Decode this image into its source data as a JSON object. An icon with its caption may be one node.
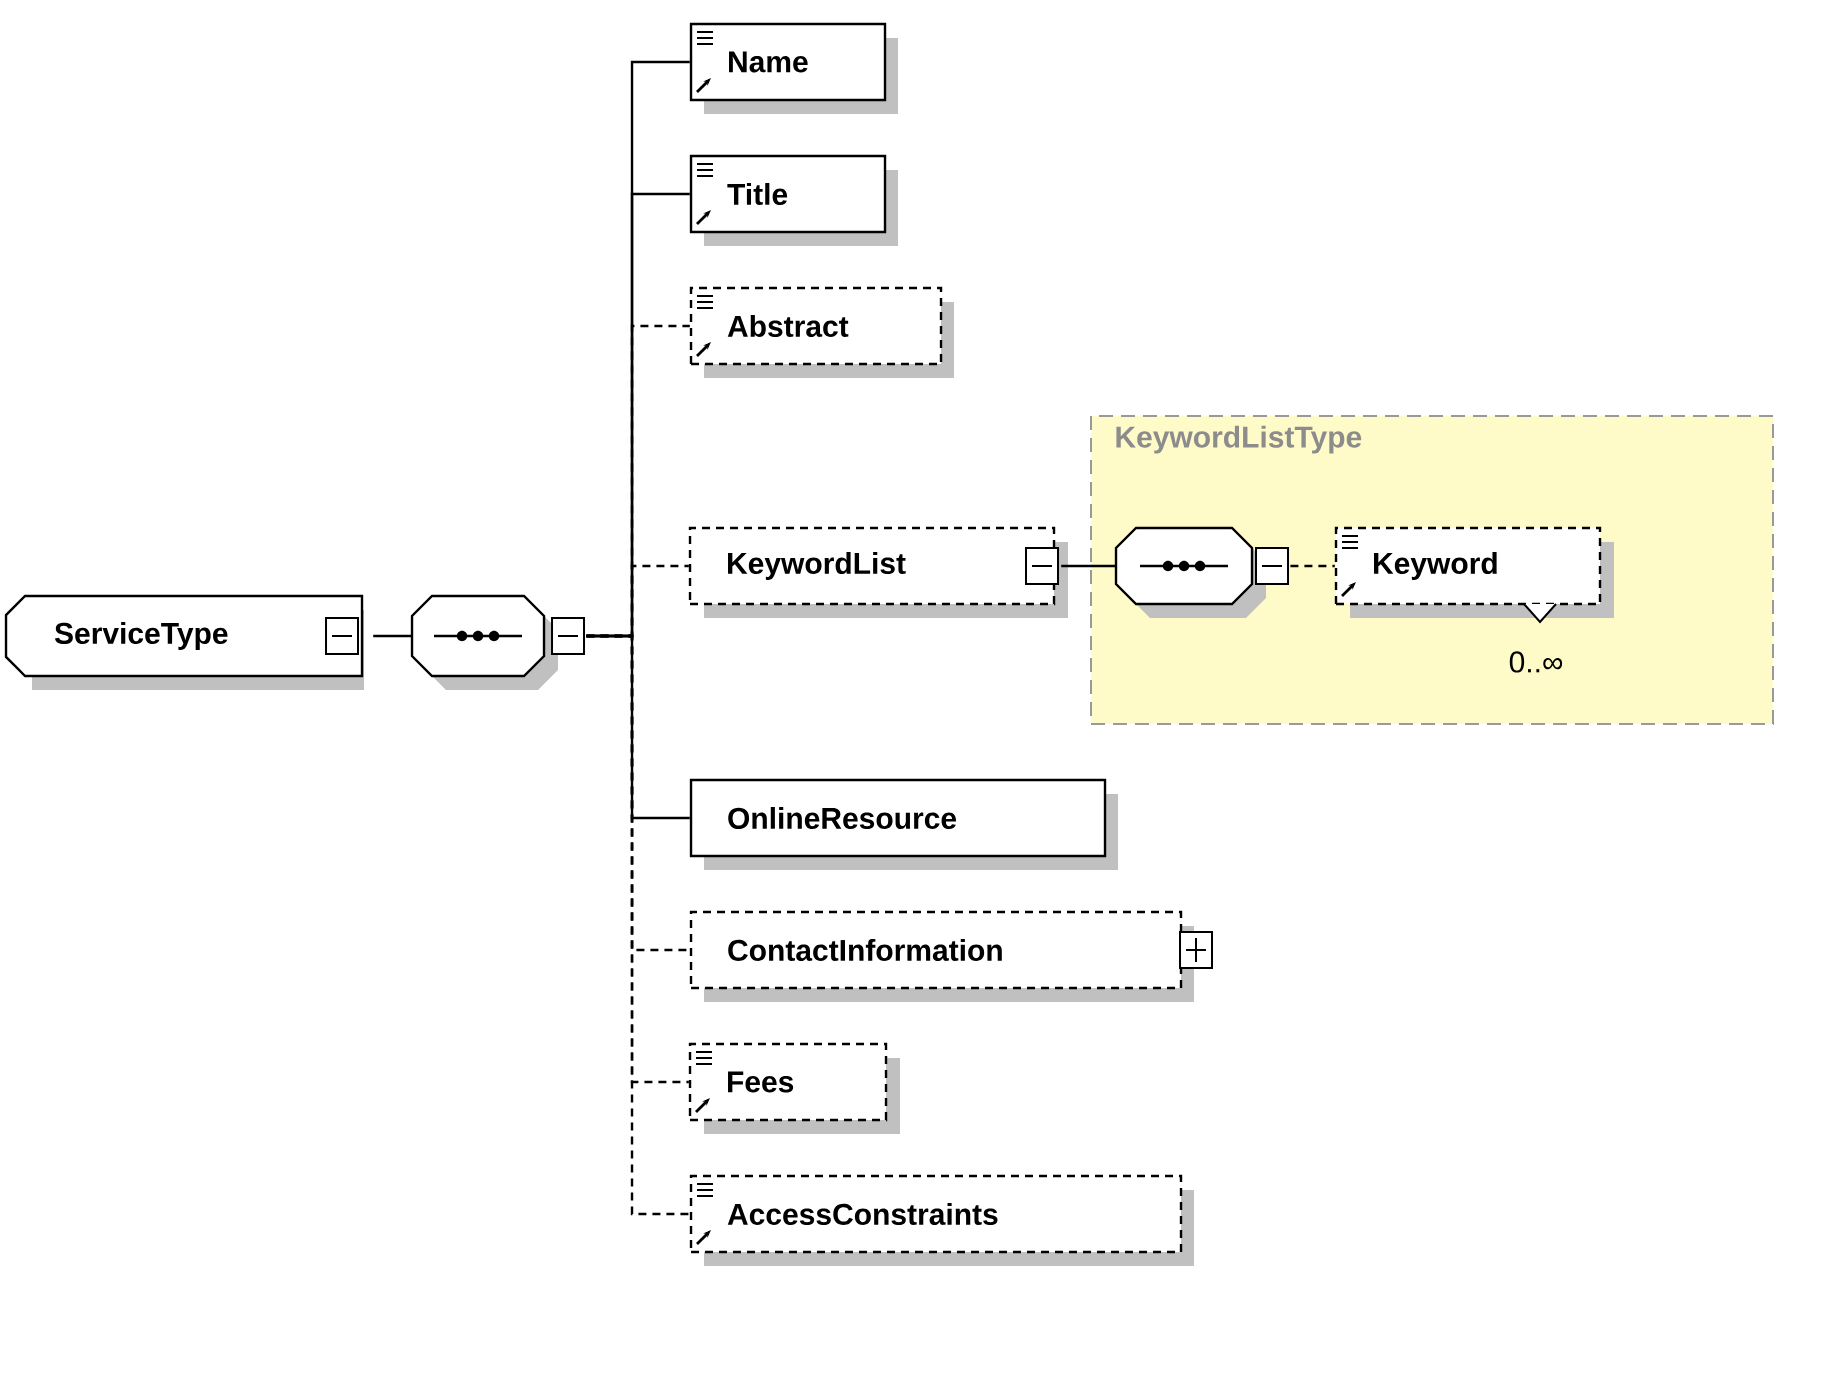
{
  "diagram": {
    "nodes": [
      {
        "text": [
          "ServiceType"
        ]
      },
      {
        "text": [],
        "shape": "octagon"
      },
      {
        "text": [
          "Name"
        ]
      },
      {
        "text": [
          "Title"
        ]
      },
      {
        "text": [
          "Abstract"
        ]
      },
      {
        "text": [
          "KeywordList"
        ]
      },
      {
        "text": [
          "KeywordListType"
        ]
      },
      {
        "text": [],
        "shape": "octagon",
        "in": 6
      },
      {
        "text": [
          "Keyword"
        ],
        "in": 6,
        "beside": [
          "0..∞"
        ]
      },
      {
        "text": [
          "OnlineResource"
        ]
      },
      {
        "text": [
          "ContactInformation"
        ]
      },
      {
        "text": [
          "Fees"
        ]
      },
      {
        "text": [
          "AccessConstraints"
        ]
      }
    ],
    "edges": [
      {
        "from": 0,
        "to": 1,
        "arrow": "none"
      },
      {
        "from": 1,
        "to": 2,
        "arrow": "none"
      },
      {
        "from": 1,
        "to": 3,
        "arrow": "none"
      },
      {
        "from": 1,
        "to": 4,
        "arrow": "none",
        "style": "dashed"
      },
      {
        "from": 1,
        "to": 5,
        "arrow": "none",
        "style": "dashed"
      },
      {
        "from": 5,
        "to": 7,
        "arrow": "none"
      },
      {
        "from": 7,
        "to": 8,
        "arrow": "none",
        "style": "dashed"
      },
      {
        "from": 1,
        "to": 9,
        "arrow": "none"
      },
      {
        "from": 1,
        "to": 10,
        "arrow": "none",
        "style": "dashed"
      },
      {
        "from": 1,
        "to": 11,
        "arrow": "none",
        "style": "dashed"
      },
      {
        "from": 1,
        "to": 12,
        "arrow": "none",
        "style": "dashed"
      }
    ]
  }
}
